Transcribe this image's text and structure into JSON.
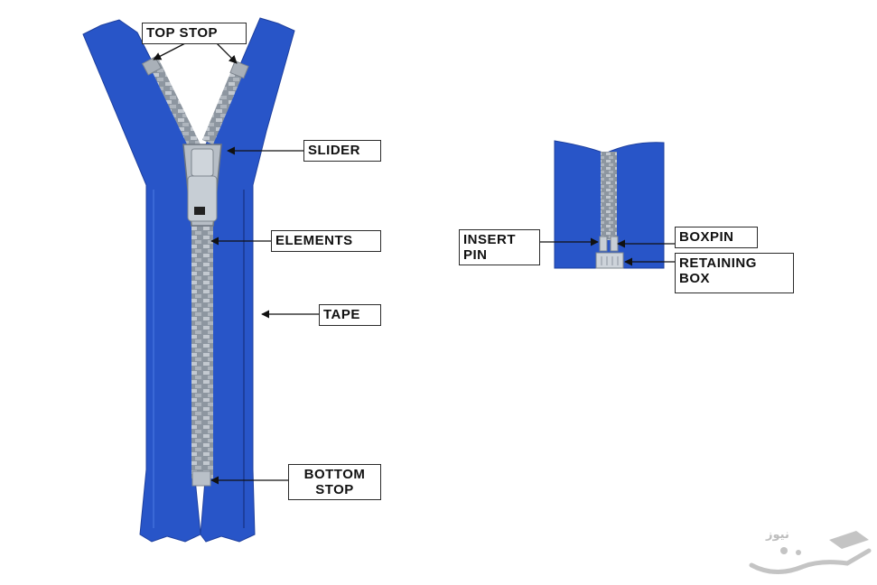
{
  "labels": {
    "top_stop": "TOP STOP",
    "slider": "SLIDER",
    "elements": "ELEMENTS",
    "tape": "TAPE",
    "bottom_stop_line1": "BOTTOM",
    "bottom_stop_line2": "STOP",
    "insert_pin_line1": "INSERT",
    "insert_pin_line2": "PIN",
    "boxpin": "BOXPIN",
    "retaining_box_line1": "RETAINING",
    "retaining_box_line2": "BOX"
  },
  "watermark": {
    "text": "نیوز"
  },
  "colors": {
    "tape": "#2855c8",
    "tape_dark": "#1d3f9e",
    "teeth": "#9aa3ad",
    "slider": "#b7bec6"
  }
}
